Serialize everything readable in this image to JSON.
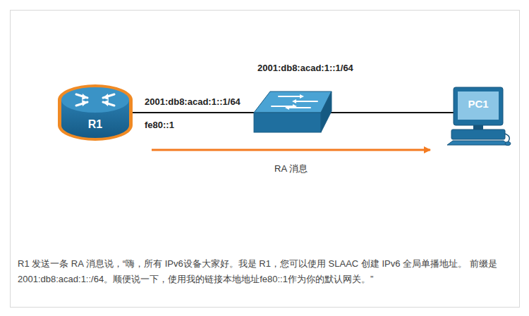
{
  "diagram": {
    "caption": "R1 发送一条 RA 消息说，“嗨，所有 IPv6设备大家好。我是 R1，您可以使用 SLAAC 创建 IPv6 全局单播地址。 前缀是2001:db8:acad:1::/64。顺便说一下，使用我的链接本地地址fe80::1作为你的默认网关。”",
    "nodes": [
      {
        "text": [
          "R1"
        ]
      },
      {
        "text": [
          "PC1"
        ]
      }
    ],
    "edges": [
      {
        "from": 0,
        "to": 1,
        "arrow": "to",
        "label": "RA 消息"
      }
    ],
    "labels": [
      "2001:db8:acad:1::1/64",
      "fe80::1",
      "2001:db8:acad:1::1/64"
    ]
  }
}
